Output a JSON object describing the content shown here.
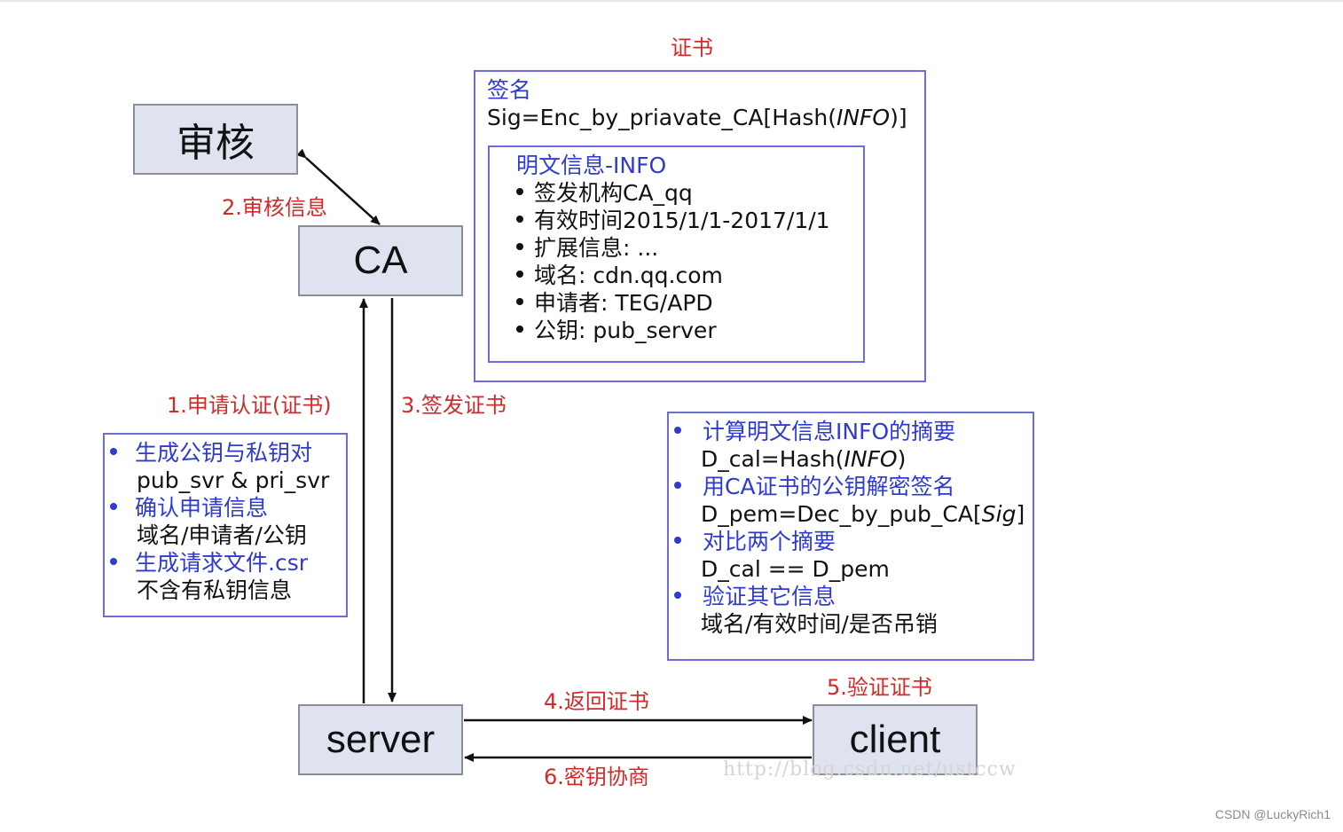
{
  "nodes": {
    "review": "审核",
    "ca": "CA",
    "server": "server",
    "client": "client"
  },
  "steps": {
    "s1": "1.申请认证(证书)",
    "s2": "2.审核信息",
    "s3": "3.签发证书",
    "s4": "4.返回证书",
    "s5": "5.验证证书",
    "s6": "6.密钥协商"
  },
  "certificate": {
    "title": "证书",
    "sig_label": "签名",
    "sig_formula_pre": "Sig=Enc_by_priavate_CA[Hash(",
    "sig_formula_italic": "INFO",
    "sig_formula_post": ")]",
    "info_title": "明文信息-INFO",
    "info_items": [
      "签发机构CA_qq",
      "有效时间2015/1/1-2017/1/1",
      "扩展信息: ...",
      "域名: cdn.qq.com",
      "申请者: TEG/APD",
      "公钥: pub_server"
    ]
  },
  "server_steps": [
    {
      "title": "生成公钥与私钥对",
      "detail": "pub_svr & pri_svr"
    },
    {
      "title": "确认申请信息",
      "detail": "域名/申请者/公钥"
    },
    {
      "title": "生成请求文件.csr",
      "detail": "不含有私钥信息"
    }
  ],
  "client_steps": {
    "c1_title": "计算明文信息INFO的摘要",
    "c1_pre": "D_cal=Hash(",
    "c1_italic": "INFO",
    "c1_post": ")",
    "c2_title": "用CA证书的公钥解密签名",
    "c2_pre": "D_pem=Dec_by_pub_CA[",
    "c2_italic": "Sig",
    "c2_post": "]",
    "c3_title": "对比两个摘要",
    "c3_detail": "D_cal == D_pem",
    "c4_title": "验证其它信息",
    "c4_detail": "域名/有效时间/是否吊销"
  },
  "watermark": "http://blog.csdn.net/ustccw",
  "footer": "CSDN @LuckyRich1",
  "colors": {
    "red": "#d12a2a",
    "blue": "#2f3ad1",
    "border": "#6e6cd6",
    "node_fill": "#dfe3ef"
  }
}
